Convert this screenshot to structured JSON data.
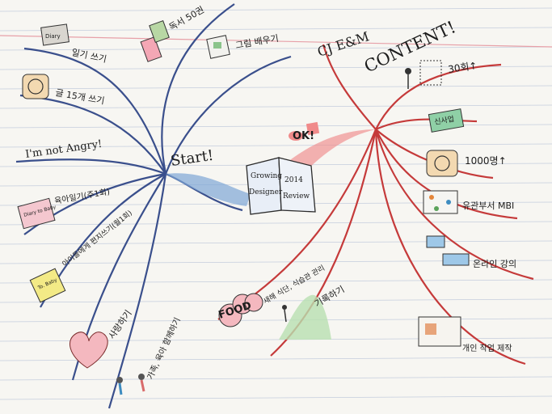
{
  "center": {
    "label": "Start!"
  },
  "book": {
    "line1": "Growing",
    "line2": "Designer",
    "line3": "2014",
    "line4": "Review"
  },
  "right_header": {
    "label1": "CJ E&M",
    "label2": "CONTENT!"
  },
  "ok_label": "OK!",
  "left_branches": [
    {
      "label": "일기 쓰기",
      "badge": "Diary"
    },
    {
      "label": "글 15개 쓰기"
    },
    {
      "label": "I'm not Angry!"
    },
    {
      "label": "육아일기(주1회)",
      "badge": "Diary to Baby"
    },
    {
      "label": "아이들에게 편지쓰기(월1회)",
      "badge": "To. Baby"
    },
    {
      "label": "사랑하기"
    },
    {
      "label": "가족, 육아 함께하기"
    }
  ],
  "top_branches": [
    {
      "label": "독서 50권"
    },
    {
      "label": "그림 배우기"
    }
  ],
  "right_branches": [
    {
      "label": "30회↑"
    },
    {
      "label": "신사업"
    },
    {
      "label": "1000명↑"
    },
    {
      "label": "유관부서 MBI"
    },
    {
      "label": "온라인 강의"
    },
    {
      "label": "개인 작업 제작"
    }
  ],
  "bottom_branches": [
    {
      "label": "FOOD",
      "sublabel": "새해 식단, 식습관 관리"
    },
    {
      "label": "기록하기"
    }
  ]
}
